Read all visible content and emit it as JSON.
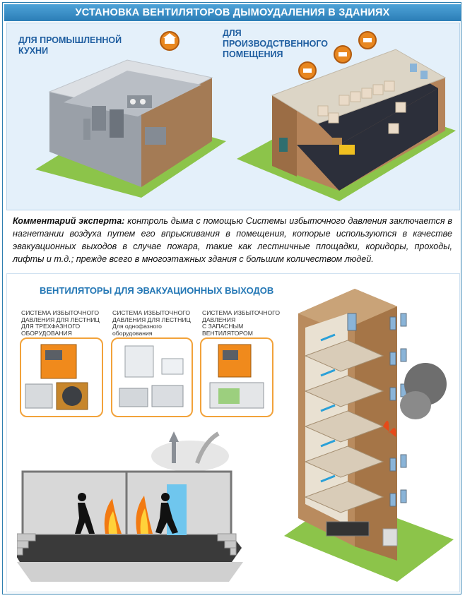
{
  "header": {
    "title": "УСТАНОВКА ВЕНТИЛЯТОРОВ ДЫМОУДАЛЕНИЯ В ЗДАНИЯХ"
  },
  "top_panel": {
    "kitchen_label_line1": "ДЛЯ ПРОМЫШЛЕННОЙ",
    "kitchen_label_line2": "КУХНИ",
    "production_label_line1": "ДЛЯ",
    "production_label_line2": "ПРОИЗВОДСТВЕННОГО",
    "production_label_line3": "ПОМЕЩЕНИЯ"
  },
  "comment": {
    "lead": "Комментарий эксперта:",
    "text": "контроль дыма с помощью Системы избыточного давления заключается в нагнетании воздуха путем его впрыскивания в помещения, которые используются в качестве эвакуационных выходов в случае пожара, такие как лестничные площадки, коридоры, проходы, лифты и т.д.; прежде всего в многоэтажных здания с большим количеством людей."
  },
  "bottom_panel": {
    "section_title": "ВЕНТИЛЯТОРЫ ДЛЯ ЭВАКУАЦИОННЫХ ВЫХОДОВ",
    "systems": [
      {
        "line1": "СИСТЕМА ИЗБЫТОЧНОГО",
        "line2": "ДАВЛЕНИЯ ДЛЯ ЛЕСТНИЦ",
        "line3": "ДЛЯ ТРЕХФАЗНОГО",
        "line4": "ОБОРУДОВАНИЯ"
      },
      {
        "line1": "СИСТЕМА ИЗБЫТОЧНОГО",
        "line2": "ДАВЛЕНИЯ ДЛЯ ЛЕСТНИЦ",
        "line3": "Для однофазного",
        "line4": "оборудования"
      },
      {
        "line1": "СИСТЕМА ИЗБЫТОЧНОГО",
        "line2": "ДАВЛЕНИЯ",
        "line3": "С ЗАПАСНЫМ",
        "line4": "ВЕНТИЛЯТОРОМ"
      }
    ]
  },
  "colors": {
    "accent": "#2b7db6",
    "label": "#1f5ea0",
    "orange": "#f2a23a",
    "grass": "#7dbb3a",
    "brick": "#b5845a"
  }
}
